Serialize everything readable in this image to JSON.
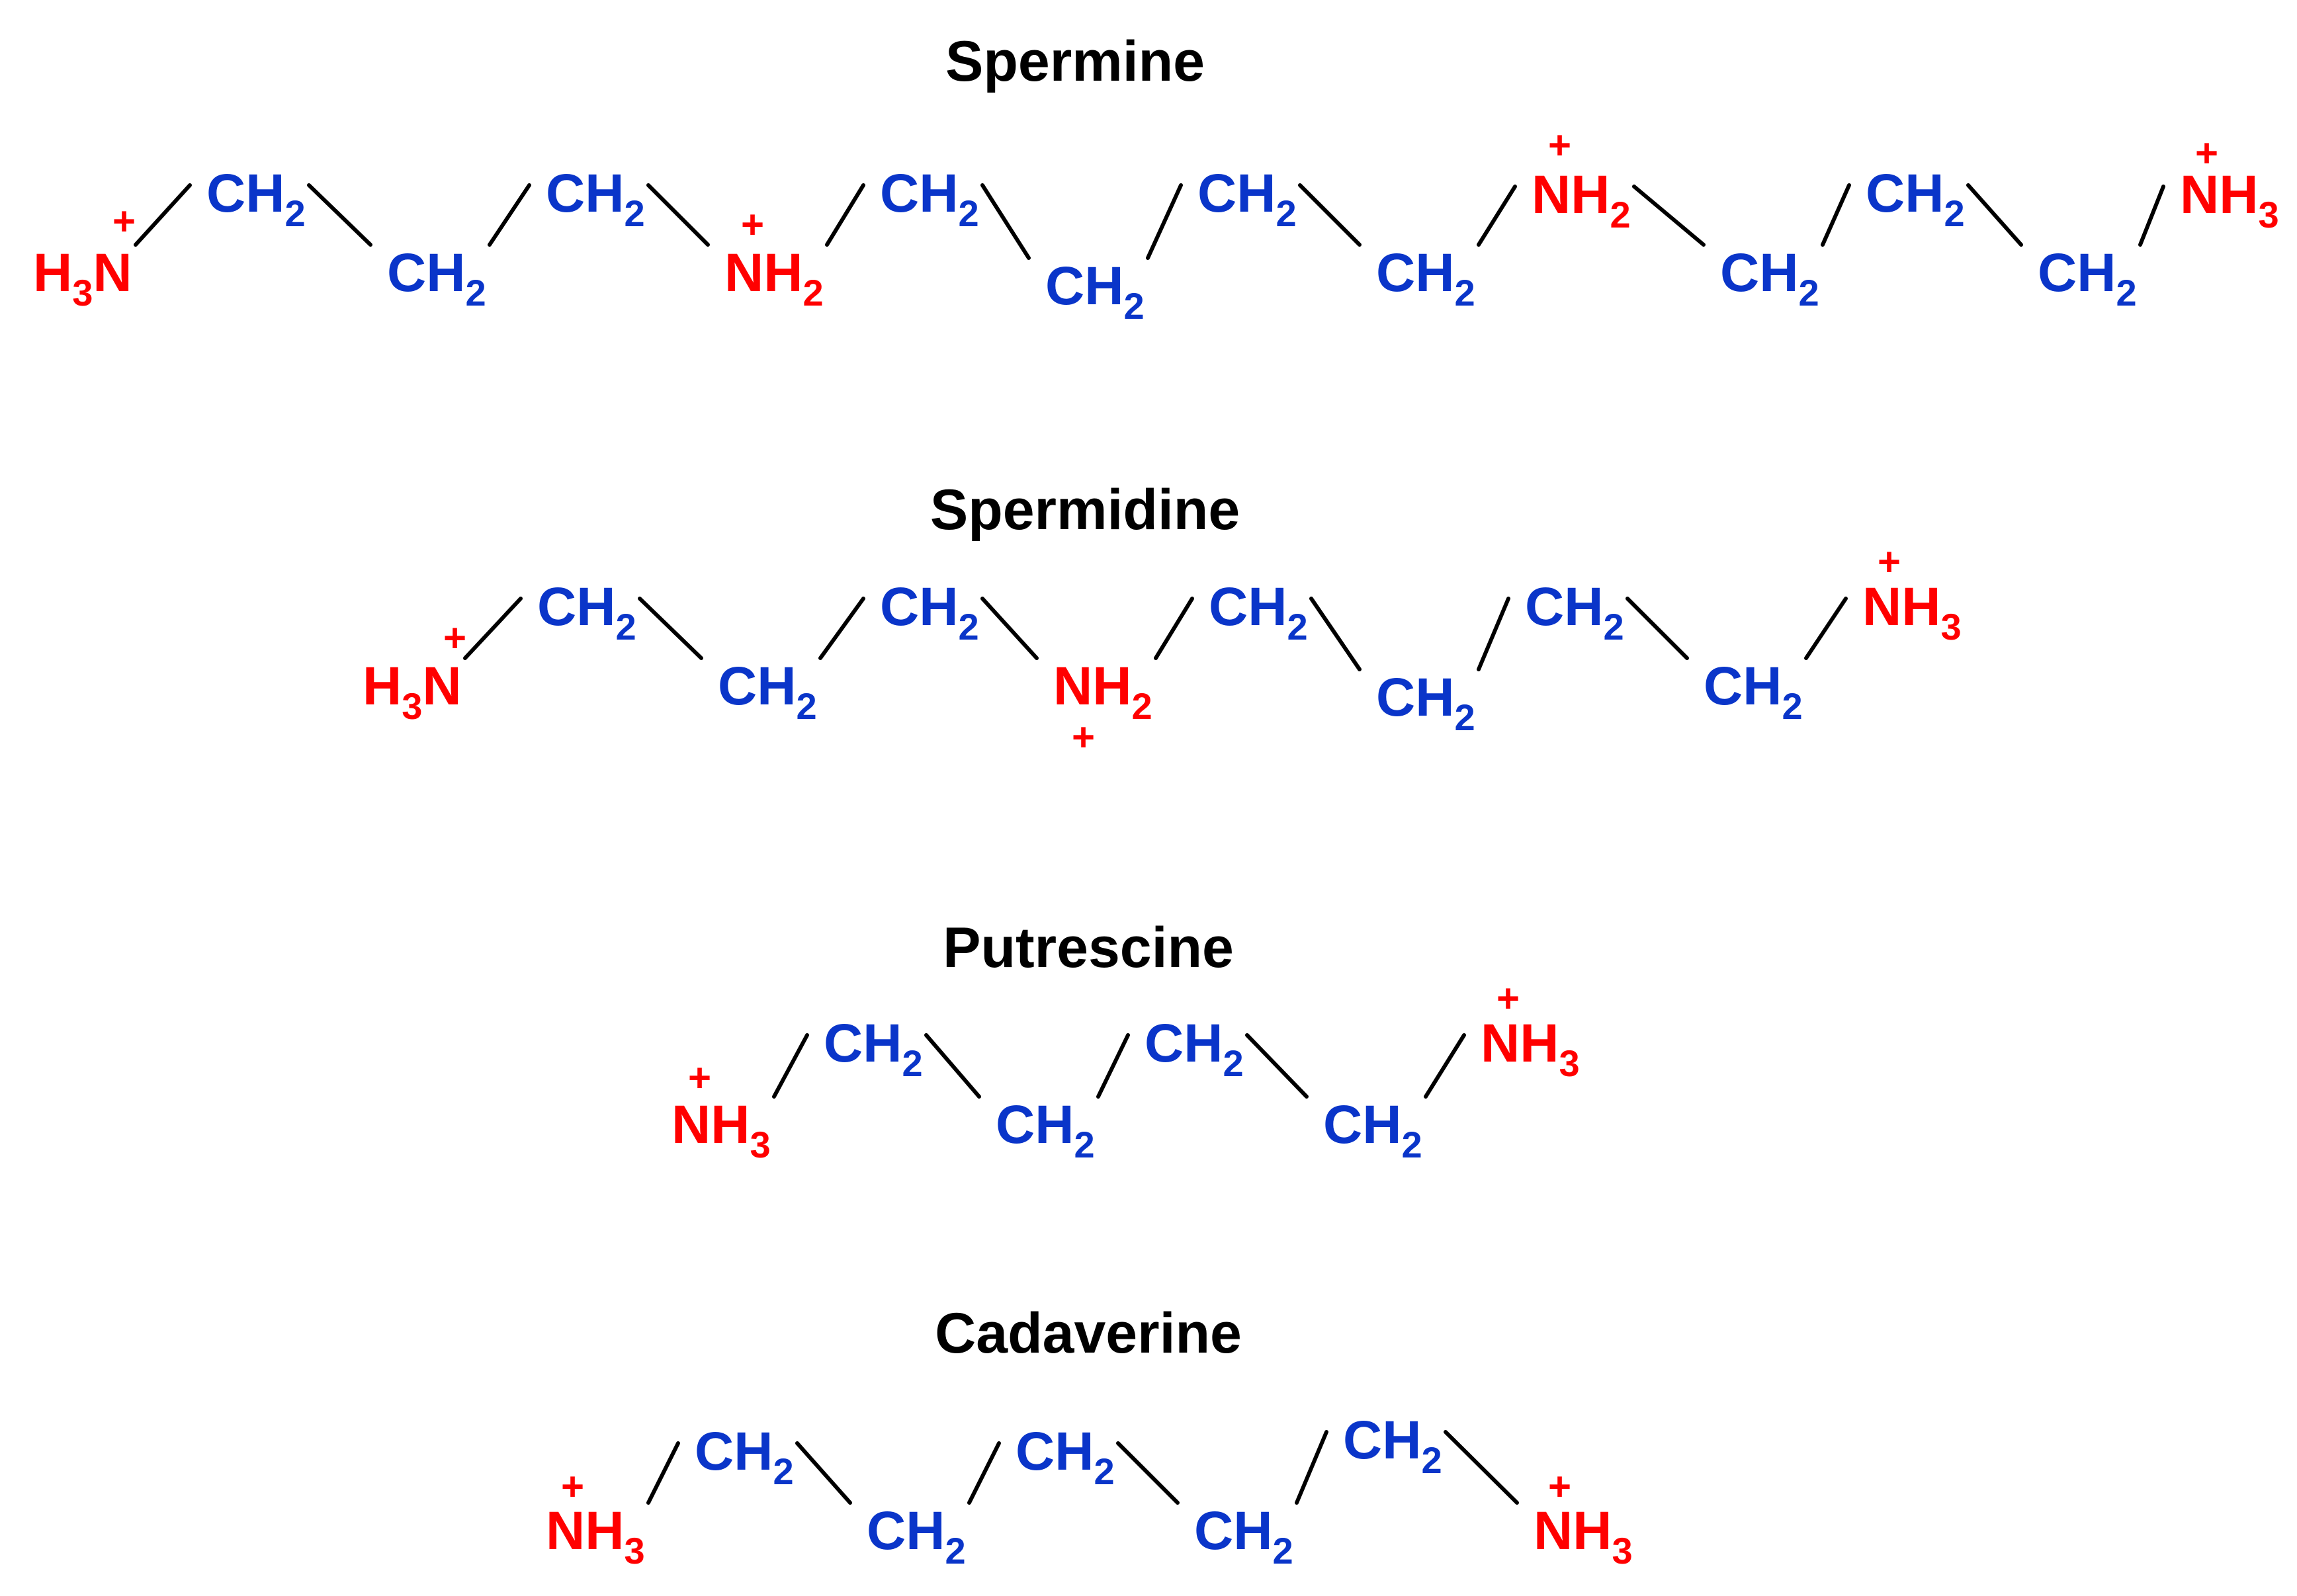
{
  "colors": {
    "nitrogen": "#ff0000",
    "carbon": "#0a35c9",
    "bond": "#000000",
    "title": "#000000"
  },
  "molecules": [
    {
      "name": "Spermine",
      "atoms": [
        {
          "main": "H",
          "sub": "3",
          "tail": "N",
          "type": "nitrogen",
          "charge": "+"
        },
        {
          "main": "CH",
          "sub": "2",
          "type": "carbon"
        },
        {
          "main": "CH",
          "sub": "2",
          "type": "carbon"
        },
        {
          "main": "CH",
          "sub": "2",
          "type": "carbon"
        },
        {
          "main": "NH",
          "sub": "2",
          "type": "nitrogen",
          "charge": "+"
        },
        {
          "main": "CH",
          "sub": "2",
          "type": "carbon"
        },
        {
          "main": "CH",
          "sub": "2",
          "type": "carbon"
        },
        {
          "main": "CH",
          "sub": "2",
          "type": "carbon"
        },
        {
          "main": "CH",
          "sub": "2",
          "type": "carbon"
        },
        {
          "main": "NH",
          "sub": "2",
          "type": "nitrogen",
          "charge": "+"
        },
        {
          "main": "CH",
          "sub": "2",
          "type": "carbon"
        },
        {
          "main": "CH",
          "sub": "2",
          "type": "carbon"
        },
        {
          "main": "CH",
          "sub": "2",
          "type": "carbon"
        },
        {
          "main": "NH",
          "sub": "3",
          "type": "nitrogen",
          "charge": "+"
        }
      ]
    },
    {
      "name": "Spermidine",
      "atoms": [
        {
          "main": "H",
          "sub": "3",
          "tail": "N",
          "type": "nitrogen",
          "charge": "+"
        },
        {
          "main": "CH",
          "sub": "2",
          "type": "carbon"
        },
        {
          "main": "CH",
          "sub": "2",
          "type": "carbon"
        },
        {
          "main": "CH",
          "sub": "2",
          "type": "carbon"
        },
        {
          "main": "NH",
          "sub": "2",
          "type": "nitrogen",
          "charge": "+"
        },
        {
          "main": "CH",
          "sub": "2",
          "type": "carbon"
        },
        {
          "main": "CH",
          "sub": "2",
          "type": "carbon"
        },
        {
          "main": "CH",
          "sub": "2",
          "type": "carbon"
        },
        {
          "main": "CH",
          "sub": "2",
          "type": "carbon"
        },
        {
          "main": "NH",
          "sub": "3",
          "type": "nitrogen",
          "charge": "+"
        }
      ]
    },
    {
      "name": "Putrescine",
      "atoms": [
        {
          "main": "NH",
          "sub": "3",
          "type": "nitrogen",
          "charge": "+"
        },
        {
          "main": "CH",
          "sub": "2",
          "type": "carbon"
        },
        {
          "main": "CH",
          "sub": "2",
          "type": "carbon"
        },
        {
          "main": "CH",
          "sub": "2",
          "type": "carbon"
        },
        {
          "main": "CH",
          "sub": "2",
          "type": "carbon"
        },
        {
          "main": "NH",
          "sub": "3",
          "type": "nitrogen",
          "charge": "+"
        }
      ]
    },
    {
      "name": "Cadaverine",
      "atoms": [
        {
          "main": "NH",
          "sub": "3",
          "type": "nitrogen",
          "charge": "+"
        },
        {
          "main": "CH",
          "sub": "2",
          "type": "carbon"
        },
        {
          "main": "CH",
          "sub": "2",
          "type": "carbon"
        },
        {
          "main": "CH",
          "sub": "2",
          "type": "carbon"
        },
        {
          "main": "CH",
          "sub": "2",
          "type": "carbon"
        },
        {
          "main": "CH",
          "sub": "2",
          "type": "carbon"
        },
        {
          "main": "NH",
          "sub": "3",
          "type": "nitrogen",
          "charge": "+"
        }
      ]
    }
  ]
}
